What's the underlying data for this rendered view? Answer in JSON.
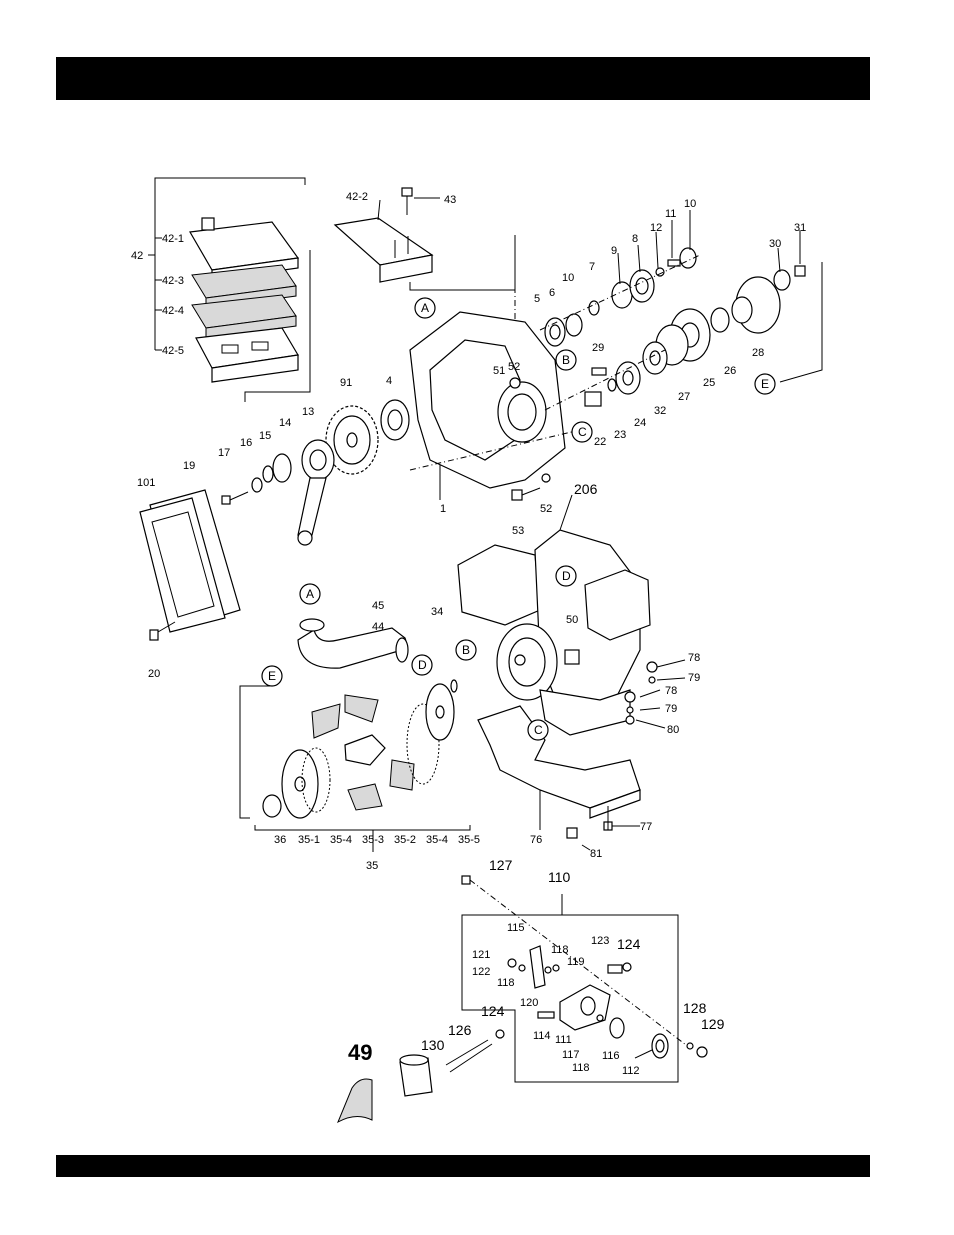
{
  "header": {
    "title": ""
  },
  "footer": {
    "text": ""
  },
  "diagram": {
    "kind": "exploded parts view",
    "big_label": "49",
    "letters": [
      "A",
      "B",
      "C",
      "D",
      "E"
    ],
    "labels": [
      "42-2",
      "43",
      "42-1",
      "42",
      "42-3",
      "42-4",
      "42-5",
      "10",
      "11",
      "12",
      "9",
      "8",
      "10",
      "7",
      "6",
      "5",
      "31",
      "30",
      "29",
      "28",
      "52",
      "51",
      "91",
      "4",
      "13",
      "14",
      "15",
      "16",
      "17",
      "19",
      "101",
      "22",
      "23",
      "24",
      "32",
      "27",
      "25",
      "26",
      "1",
      "53",
      "52",
      "206",
      "45",
      "44",
      "34",
      "50",
      "20",
      "78",
      "79",
      "78",
      "79",
      "80",
      "36",
      "35-1",
      "35-4",
      "35-3",
      "35-2",
      "35-4",
      "35-5",
      "35",
      "76",
      "77",
      "81",
      "127",
      "110",
      "115",
      "118",
      "119",
      "123",
      "124",
      "121",
      "122",
      "118",
      "120",
      "114",
      "111",
      "117",
      "118",
      "116",
      "112",
      "128",
      "129",
      "124",
      "126",
      "130"
    ]
  }
}
